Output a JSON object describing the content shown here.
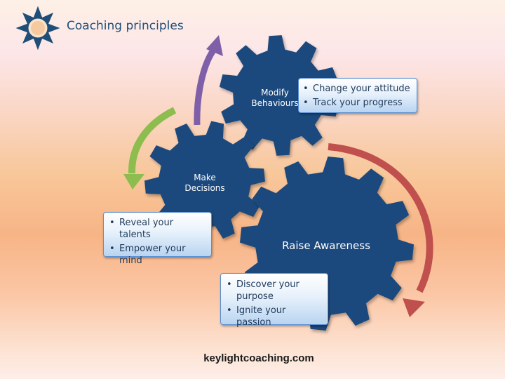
{
  "title": "Coaching principles",
  "icons": {
    "logo": "sun-icon"
  },
  "colors": {
    "gear": "#1f497d",
    "arrow_purple": "#7f5fa8",
    "arrow_green": "#8cbd4e",
    "arrow_red": "#c0504d",
    "title": "#1f4e79"
  },
  "gears": {
    "top": {
      "label": [
        "Modify",
        "Behaviours"
      ]
    },
    "left": {
      "label": [
        "Make",
        "Decisions"
      ]
    },
    "right": {
      "label": [
        "Raise Awareness"
      ]
    }
  },
  "boxes": {
    "top": [
      "Change your attitude",
      "Track your progress"
    ],
    "left": [
      "Reveal your talents",
      "Empower your mind"
    ],
    "bottom": [
      "Discover your purpose",
      "Ignite your passion"
    ]
  },
  "footer": "keylightcoaching.com"
}
